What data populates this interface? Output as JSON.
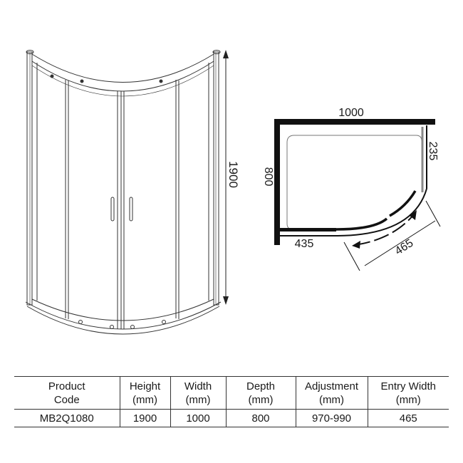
{
  "elevation": {
    "height_label": "1900"
  },
  "plan": {
    "width_label": "1000",
    "depth_label": "800",
    "return_label": "235",
    "side_label": "435",
    "entry_label": "465"
  },
  "table": {
    "headers": [
      {
        "line1": "Product",
        "line2": "Code"
      },
      {
        "line1": "Height",
        "line2": "(mm)"
      },
      {
        "line1": "Width",
        "line2": "(mm)"
      },
      {
        "line1": "Depth",
        "line2": "(mm)"
      },
      {
        "line1": "Adjustment",
        "line2": "(mm)"
      },
      {
        "line1": "Entry Width",
        "line2": "(mm)"
      }
    ],
    "rows": [
      [
        "MB2Q1080",
        "1900",
        "1000",
        "800",
        "970-990",
        "465"
      ]
    ]
  }
}
